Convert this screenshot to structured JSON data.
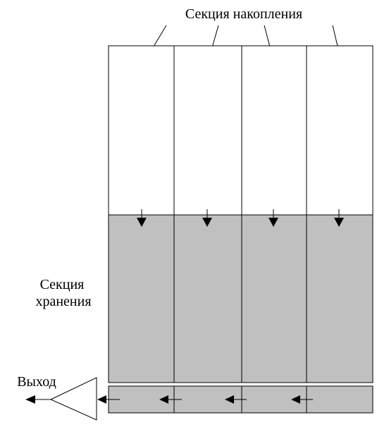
{
  "labels": {
    "accumulation_section": "Секция накопления",
    "storage_section_line1": "Секция",
    "storage_section_line2": "хранения",
    "output": "Выход"
  },
  "colors": {
    "line": "#000000",
    "accumulation_fill": "#ffffff",
    "storage_fill": "#c0c0c0",
    "register_fill": "#c0c0c0",
    "amplifier_fill": "#ffffff"
  },
  "structure": {
    "columns": 4,
    "shift_down_arrows": 4,
    "register_shift_left_arrows": 4
  }
}
